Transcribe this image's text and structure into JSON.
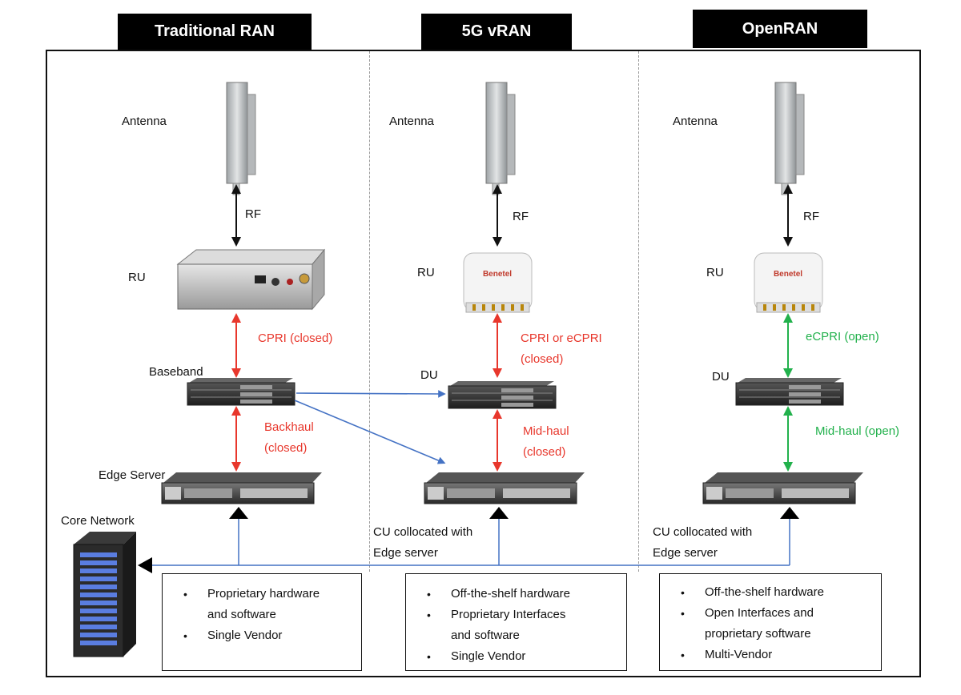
{
  "columns": [
    {
      "header": "Traditional RAN",
      "antenna_label": "Antenna",
      "rf_label": "RF",
      "ru_label": "RU",
      "fronthaul_label": "CPRI (closed)",
      "mid_unit_label": "Baseband",
      "lower_link_label_1": "Backhaul",
      "lower_link_label_2": "(closed)",
      "bottom_unit_label": "Edge Server",
      "features": [
        {
          "bullet": "•",
          "lines": [
            "Proprietary hardware",
            "and software"
          ]
        },
        {
          "bullet": "•",
          "lines": [
            "Single Vendor"
          ]
        }
      ]
    },
    {
      "header": "5G vRAN",
      "antenna_label": "Antenna",
      "rf_label": "RF",
      "ru_label": "RU",
      "ru_brand": "Benetel",
      "fronthaul_label_1": "CPRI or eCPRI",
      "fronthaul_label_2": "(closed)",
      "mid_unit_label": "DU",
      "lower_link_label_1": "Mid-haul",
      "lower_link_label_2": "(closed)",
      "bottom_unit_label_1": "CU collocated with",
      "bottom_unit_label_2": "Edge server",
      "features": [
        {
          "bullet": "•",
          "lines": [
            "Off-the-shelf hardware"
          ]
        },
        {
          "bullet": "•",
          "lines": [
            "Proprietary Interfaces",
            "and software"
          ]
        },
        {
          "bullet": "•",
          "lines": [
            "Single Vendor"
          ]
        }
      ]
    },
    {
      "header": "OpenRAN",
      "antenna_label": "Antenna",
      "rf_label": "RF",
      "ru_label": "RU",
      "ru_brand": "Benetel",
      "fronthaul_label": "eCPRI (open)",
      "mid_unit_label": "DU",
      "lower_link_label": "Mid-haul (open)",
      "bottom_unit_label_1": "CU collocated with",
      "bottom_unit_label_2": "Edge server",
      "features": [
        {
          "bullet": "•",
          "lines": [
            "Off-the-shelf hardware"
          ]
        },
        {
          "bullet": "•",
          "lines": [
            "Open Interfaces and",
            "proprietary software"
          ]
        },
        {
          "bullet": "•",
          "lines": [
            "Multi-Vendor"
          ]
        }
      ]
    }
  ],
  "core_network_label": "Core Network",
  "colors": {
    "closed_link": "#e8372c",
    "open_link": "#22b14c",
    "evolution_arrow": "#4472c4",
    "rf_link": "#111111"
  }
}
